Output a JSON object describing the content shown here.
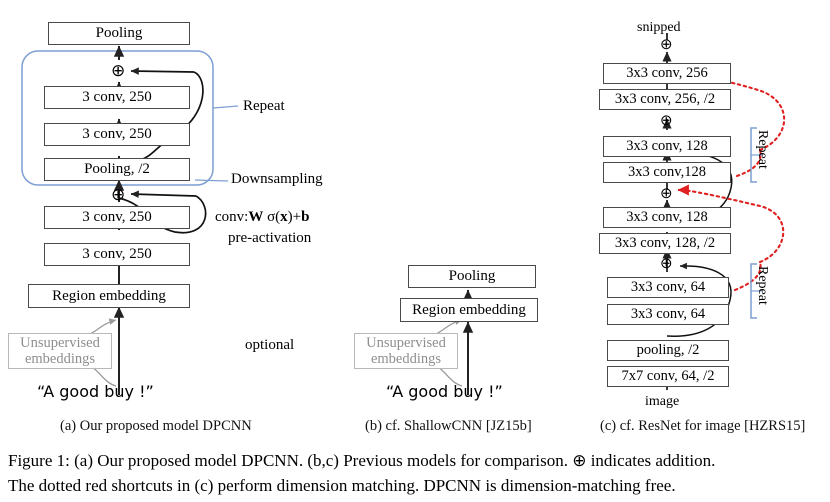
{
  "figure": {
    "caption_line1": "Figure 1:  (a) Our proposed model DPCNN. (b,c) Previous models for comparison.   ⊕ indicates addition.",
    "caption_line2": "The dotted red shortcuts in (c) perform dimension matching. DPCNN is dimension-matching free.",
    "subcaptions": [
      {
        "id": "a",
        "text": "(a)  Our proposed model DPCNN"
      },
      {
        "id": "b",
        "text": "(b)  cf. ShallowCNN [JZ15b]"
      },
      {
        "id": "c",
        "text": "(c)  cf. ResNet for image [HZRS15]"
      }
    ],
    "colors": {
      "box_border": "#4a4a4a",
      "arrow": "#222222",
      "accent_blue": "#7d9fd1",
      "dotted_red": "#e02020",
      "ghost_gray": "#8e8e8e"
    }
  },
  "panel_a": {
    "title": "Our proposed model DPCNN",
    "boxes": [
      {
        "label": "Pooling"
      },
      {
        "label": "3 conv, 250"
      },
      {
        "label": "3 conv, 250"
      },
      {
        "label": "Pooling, /2"
      },
      {
        "label": "3 conv, 250"
      },
      {
        "label": "3 conv, 250"
      },
      {
        "label": "Region embedding"
      }
    ],
    "ghost_box": "Unsupervised\nembeddings",
    "ghost_line1": "Unsupervised",
    "ghost_line2": "embeddings",
    "input_text": "“A good buy !”",
    "annotations": {
      "repeat": "Repeat",
      "downsampling": "Downsampling",
      "conv_line1_pre": "conv:",
      "conv_line1_w": "W",
      "conv_line1_mid": " σ(",
      "conv_line1_x": "x",
      "conv_line1_end": ")+",
      "conv_line1_b": "b",
      "conv_line2": "pre-activation",
      "optional": "optional"
    },
    "adders": [
      "⊕",
      "⊕"
    ]
  },
  "panel_b": {
    "title": "cf. ShallowCNN [JZ15b]",
    "boxes": [
      {
        "label": "Pooling"
      },
      {
        "label": "Region embedding"
      }
    ],
    "ghost_line1": "Unsupervised",
    "ghost_line2": "embeddings",
    "input_text": "“A good buy !”"
  },
  "panel_c": {
    "title": "cf. ResNet for image [HZRS15]",
    "top_label": "snipped",
    "bottom_label": "image",
    "boxes": [
      {
        "label": "3x3 conv, 256"
      },
      {
        "label": "3x3 conv, 256, /2"
      },
      {
        "label": "3x3 conv, 128"
      },
      {
        "label": "3x3 conv,128"
      },
      {
        "label": "3x3 conv, 128"
      },
      {
        "label": "3x3 conv, 128, /2"
      },
      {
        "label": "3x3 conv, 64"
      },
      {
        "label": "3x3 conv, 64"
      },
      {
        "label": "pooling, /2"
      },
      {
        "label": "7x7 conv, 64, /2"
      }
    ],
    "adders": [
      "⊕",
      "⊕",
      "⊕",
      "⊕"
    ],
    "repeat_labels": [
      "Repeat",
      "Repeat"
    ]
  }
}
